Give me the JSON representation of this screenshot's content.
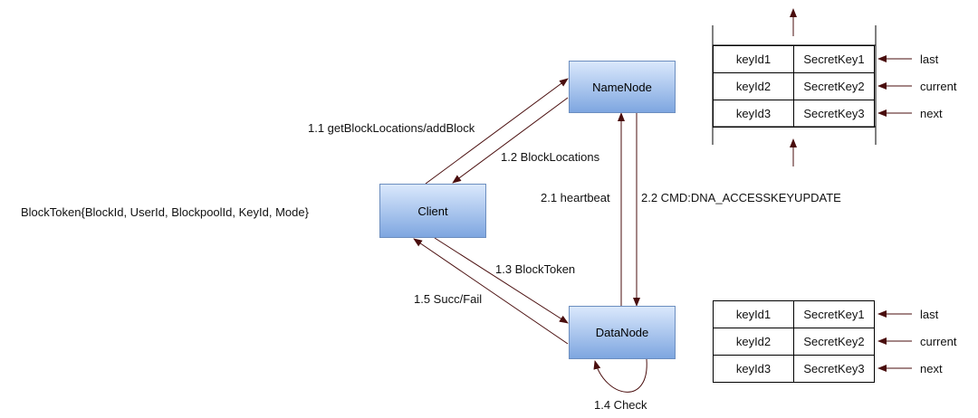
{
  "colors": {
    "arrow": "#4a0e0e",
    "node_fill_top": "#dae8fc",
    "node_fill_bottom": "#7ea6e0",
    "node_border": "#6c8ebf"
  },
  "nodes": {
    "namenode": "NameNode",
    "client": "Client",
    "datanode": "DataNode"
  },
  "labels": {
    "get_block_locations": "1.1 getBlockLocations/addBlock",
    "block_locations": "1.2 BlockLocations",
    "block_token_msg": "1.3 BlockToken",
    "check": "1.4 Check",
    "succ_fail": "1.5 Succ/Fail",
    "heartbeat": "2.1 heartbeat",
    "key_update_cmd": "2.2 CMD:DNA_ACCESSKEYUPDATE",
    "block_token_def": "BlockToken{BlockId, UserId, BlockpoolId, KeyId, Mode}"
  },
  "key_tables": {
    "namenode": {
      "rows": [
        {
          "key_id": "keyId1",
          "secret": "SecretKey1",
          "role": "last"
        },
        {
          "key_id": "keyId2",
          "secret": "SecretKey2",
          "role": "current"
        },
        {
          "key_id": "keyId3",
          "secret": "SecretKey3",
          "role": "next"
        }
      ]
    },
    "datanode": {
      "rows": [
        {
          "key_id": "keyId1",
          "secret": "SecretKey1",
          "role": "last"
        },
        {
          "key_id": "keyId2",
          "secret": "SecretKey2",
          "role": "current"
        },
        {
          "key_id": "keyId3",
          "secret": "SecretKey3",
          "role": "next"
        }
      ]
    }
  }
}
